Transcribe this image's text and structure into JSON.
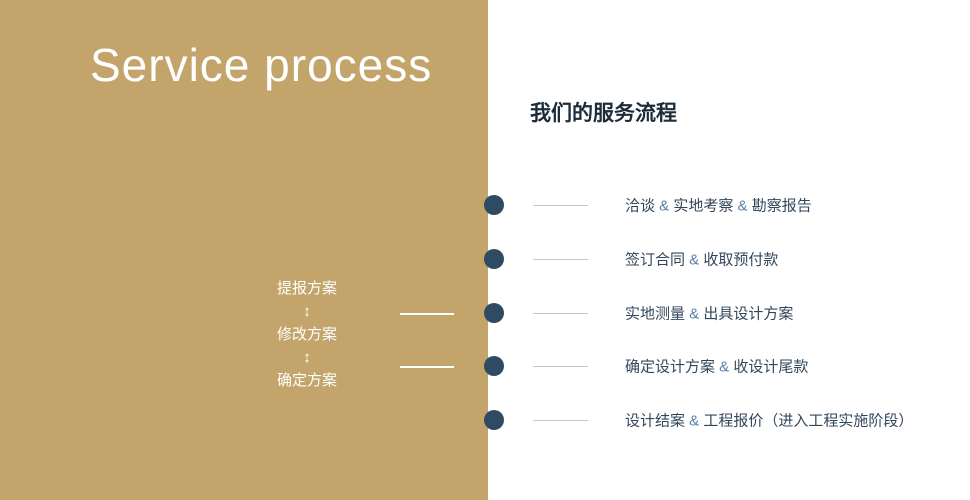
{
  "colors": {
    "panel_tan": "#c3a56c",
    "dot_navy": "#2e4b63",
    "step_text": "#33475c",
    "ampersand": "#5b7fa6",
    "line_gray": "#c6c6c6",
    "title_white": "#ffffff",
    "title_dark": "#1d2c3a"
  },
  "left": {
    "title": "Service process",
    "loop_items": [
      "提报方案",
      "修改方案",
      "确定方案"
    ],
    "arrow_glyph": "↕"
  },
  "right": {
    "title": "我们的服务流程",
    "separator": "&",
    "steps": [
      {
        "parts": [
          "洽谈",
          "实地考察",
          "勘察报告"
        ]
      },
      {
        "parts": [
          "签订合同",
          "收取预付款"
        ]
      },
      {
        "parts": [
          "实地测量",
          "出具设计方案"
        ]
      },
      {
        "parts": [
          "确定设计方案",
          "收设计尾款"
        ]
      },
      {
        "parts": [
          "设计结案",
          "工程报价（进入工程实施阶段）"
        ]
      }
    ]
  }
}
